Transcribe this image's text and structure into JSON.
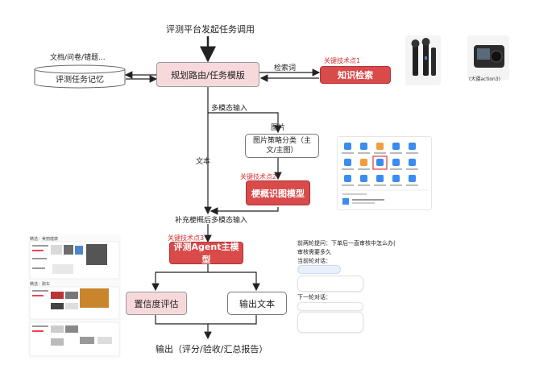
{
  "diagram": {
    "top_label": "评测平台发起任务调用",
    "doc_label": "文档/问卷/错题...",
    "memory_label": "评测任务记忆",
    "planner_label": "规划路由/任务模版",
    "search_word_label": "检索词",
    "key_point_1": "关键技术点1",
    "knowledge_label": "知识检索",
    "multimodal_input_label": "多模态输入",
    "image_label": "图片",
    "classify_label": "图片策略分类（主文/主图）",
    "text_label": "文本",
    "key_point_2": "关键技术点2",
    "stem_model_label": "梗概识图模型",
    "supplement_label": "补充梗概后多模态输入",
    "key_point_3": "关键技术点3",
    "agent_label": "评测Agent主模型",
    "confidence_label": "置信度评估",
    "output_text_label": "输出文本",
    "final_output_label": "输出（评分/验收/汇总报告）",
    "camera_caption": "(大疆action3)"
  },
  "chat": {
    "line1": "前两轮提问：下单后一直审核中怎么办|",
    "line2": "审核需要多久",
    "line3": "当前轮对话：",
    "line4": "下一轮对话："
  },
  "products": {
    "label1": "精选：美丽健康",
    "label2": "精选：跑车"
  },
  "colors": {
    "red": "#d94a4a",
    "pink": "#f7d9dc",
    "key_red": "#d83030"
  }
}
